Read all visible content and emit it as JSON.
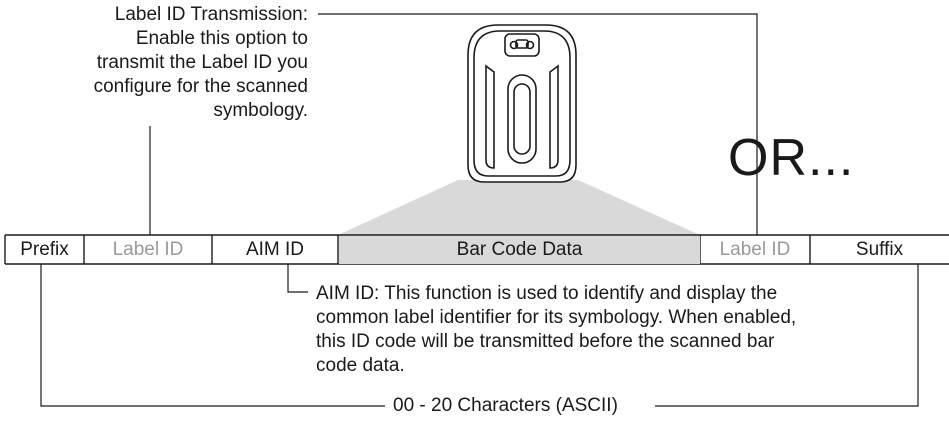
{
  "label_id_note": {
    "lines": [
      "Label ID Transmission:",
      "Enable this option to",
      "transmit the Label ID you",
      "configure for the scanned",
      "symbology."
    ]
  },
  "or_text": "OR...",
  "fields": [
    {
      "label": "Prefix",
      "muted": false,
      "shaded": false
    },
    {
      "label": "Label ID",
      "muted": true,
      "shaded": false
    },
    {
      "label": "AIM ID",
      "muted": false,
      "shaded": false
    },
    {
      "label": "Bar Code Data",
      "muted": false,
      "shaded": true
    },
    {
      "label": "Label ID",
      "muted": true,
      "shaded": false
    },
    {
      "label": "Suffix",
      "muted": false,
      "shaded": false
    }
  ],
  "aim_note": {
    "lines": [
      "AIM ID: This function is used to identify and display the",
      "common label identifier for its symbology. When enabled,",
      "this ID code will be transmitted before the scanned bar",
      "code data."
    ]
  },
  "range_label": "00 - 20 Characters (ASCII)",
  "icons": {
    "scanner": "handheld-scanner-icon"
  }
}
